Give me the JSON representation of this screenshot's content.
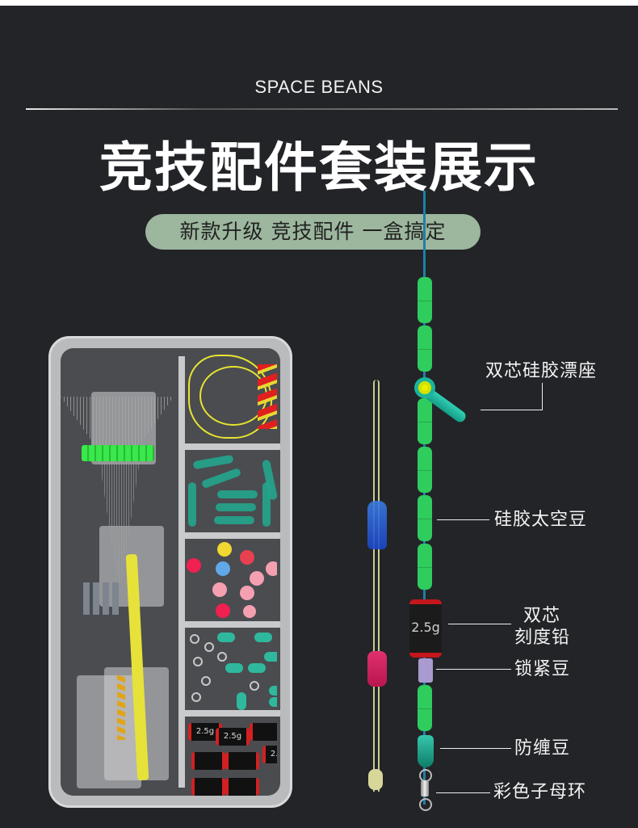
{
  "header": {
    "brand": "SPACE BEANS",
    "title": "竞技配件套装展示",
    "subtitle": "新款升级 竞技配件 一盒搞定"
  },
  "product_box": {
    "description": "Clear plastic accessory box with six compartments",
    "lead_weight_marking": "2.5g",
    "compartments": [
      "stopper wires with green beads",
      "yellow lines with red float stoppers",
      "teal silicone float seats",
      "colored ball pins",
      "swivels and teal anti-tangle beads",
      "black scaled lead weights"
    ]
  },
  "rig": {
    "lead_weight_label": "2.5g",
    "labels": [
      {
        "id": "float-seat",
        "text": "双芯硅胶漂座"
      },
      {
        "id": "space-bean",
        "text": "硅胶太空豆"
      },
      {
        "id": "lead-line1",
        "text": "双芯"
      },
      {
        "id": "lead-line2",
        "text": "刻度铅"
      },
      {
        "id": "lock-bean",
        "text": "锁紧豆"
      },
      {
        "id": "anti-tangle",
        "text": "防缠豆"
      },
      {
        "id": "swivel",
        "text": "彩色子母环"
      }
    ]
  },
  "colors": {
    "background": "#232428",
    "pill": "#9cb79e",
    "bean_green": "#2fcc5e",
    "line_blue": "#1f7fa8"
  }
}
